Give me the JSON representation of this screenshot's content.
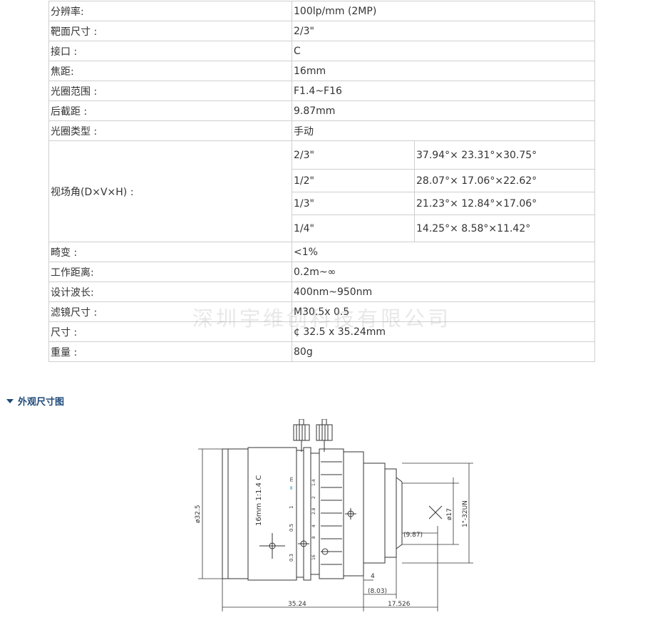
{
  "specs": {
    "resolution": {
      "label": "分辨率:",
      "value": "100lp/mm (2MP)"
    },
    "sensor_size": {
      "label": "靶面尺寸 :",
      "value": "2/3\""
    },
    "mount": {
      "label": "接口 :",
      "value": "C"
    },
    "focal_length": {
      "label": "焦距:",
      "value": "16mm"
    },
    "aperture_range": {
      "label": "光圈范围 :",
      "value": "F1.4~F16"
    },
    "back_focal": {
      "label": "后截距 :",
      "value": "9.87mm"
    },
    "iris_type": {
      "label": "光圈类型 :",
      "value": "手动"
    },
    "fov": {
      "label": "视场角(D×V×H) :",
      "rows": [
        {
          "format": "2/3\"",
          "angles": "37.94°× 23.31°×30.75°"
        },
        {
          "format": "1/2\"",
          "angles": "28.07°× 17.06°×22.62°"
        },
        {
          "format": "1/3\"",
          "angles": "21.23°× 12.84°×17.06°"
        },
        {
          "format": "1/4\"",
          "angles": "14.25°× 8.58°×11.42°"
        }
      ]
    },
    "distortion": {
      "label": "畸变 :",
      "value": "<1%"
    },
    "working_distance": {
      "label": "工作距离:",
      "value": "0.2m~∞"
    },
    "wavelength": {
      "label": "设计波长:",
      "value": "400nm~950nm"
    },
    "filter_size": {
      "label": "滤镜尺寸 :",
      "value": "M30.5x 0.5"
    },
    "dimensions": {
      "label": "尺寸 :",
      "value": "¢ 32.5 x 35.24mm"
    },
    "weight": {
      "label": "重量 :",
      "value": "80g"
    }
  },
  "watermark": "深圳宇维创科技有限公司",
  "section_heading": "外观尺寸图",
  "drawing": {
    "lens_marking": "16mm 1:1.4  C",
    "focus_scale": [
      "m",
      "∞",
      "1",
      "0.5",
      "0.3"
    ],
    "aperture_scale": [
      "1.4",
      "2",
      "2.8",
      "4",
      "8",
      "16"
    ],
    "dim_diameter": "ø32.5",
    "dim_length": "35.24",
    "dim_back": "17.526",
    "dim_flange_back": "(9.87)",
    "dim_thread_len": "(8.03)",
    "dim_4": "4",
    "dim_17": "ø17",
    "dim_thread": "1\"-32UN"
  }
}
